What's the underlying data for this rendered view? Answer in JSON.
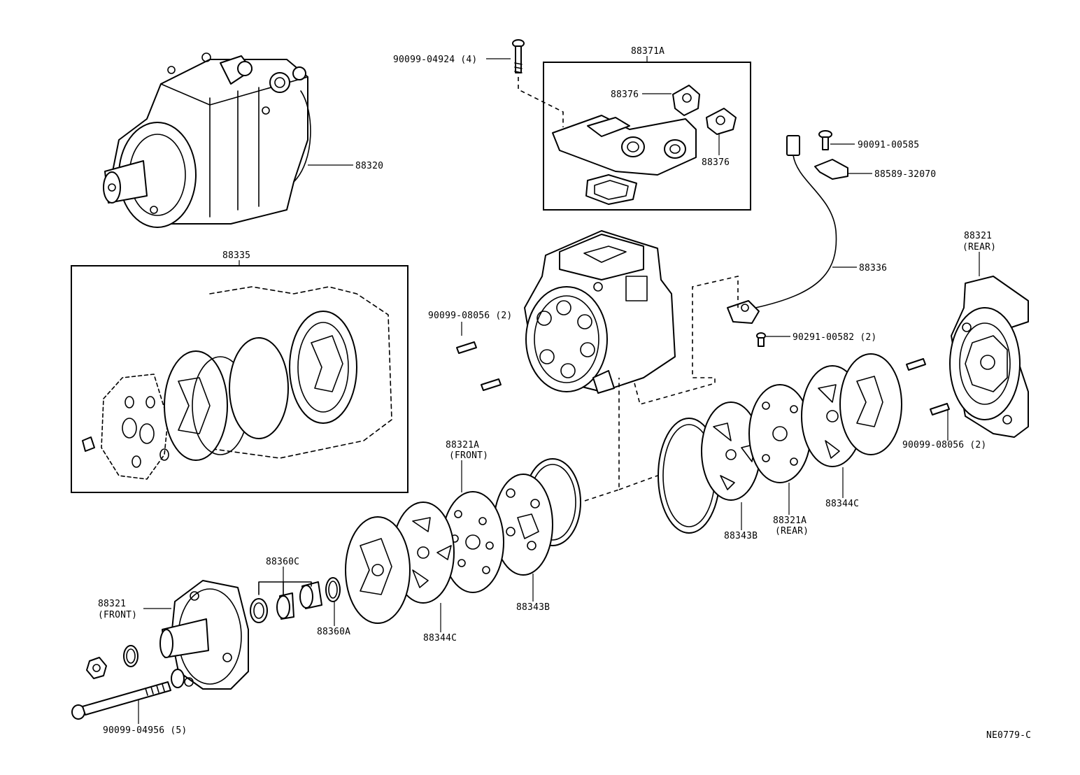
{
  "diagram": {
    "figure_code": "NE0779-C",
    "labels": {
      "compressor_assy": "88320",
      "bolt_top": "90099-04924 (4)",
      "valve_assy": "88371A",
      "valve_fitting_a": "88376",
      "valve_fitting_b": "88376",
      "bolt_small": "90091-00585",
      "clamp": "88589-32070",
      "sensor": "88336",
      "screw_sensor": "90291-00582 (2)",
      "housing_rear": "88321",
      "housing_rear_note": "(REAR)",
      "pin_left": "90099-08056 (2)",
      "pin_right": "90099-08056 (2)",
      "overhaul_kit": "88335",
      "valve_plate_front": "88321A",
      "valve_plate_front_note": "(FRONT)",
      "valve_plate_rear": "88321A",
      "valve_plate_rear_note": "(REAR)",
      "reed_valve_right": "88344C",
      "reed_valve_left": "88344C",
      "gasket_right": "88343B",
      "gasket_left": "88343B",
      "seal_kit": "88360C",
      "snap_ring": "88360A",
      "housing_front": "88321",
      "housing_front_note": "(FRONT)",
      "bolt_long": "90099-04956 (5)"
    }
  }
}
